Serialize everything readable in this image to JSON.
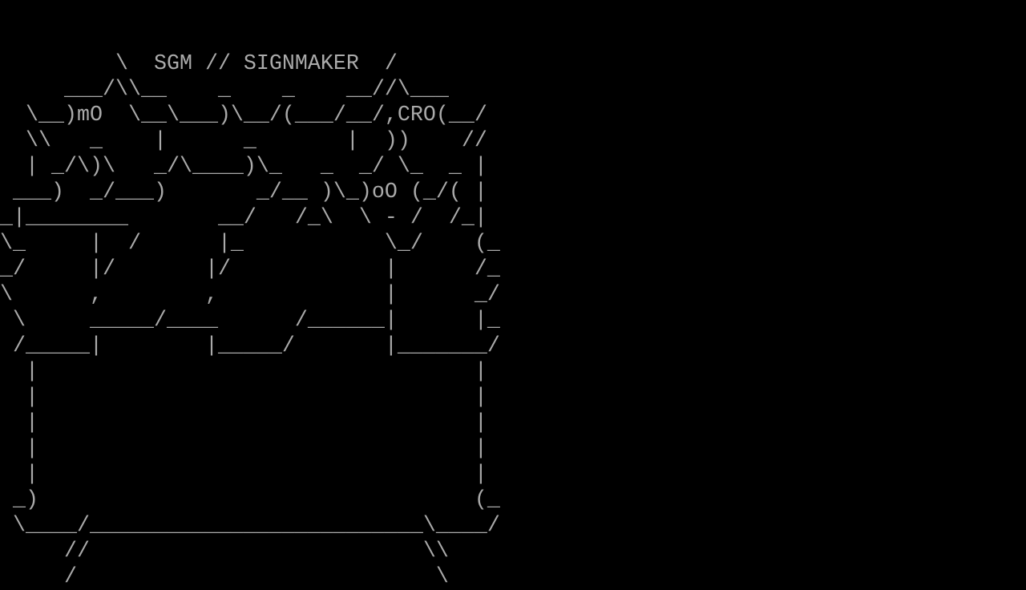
{
  "terminal": {
    "foreground": "#aaaaaa",
    "background": "#000000",
    "lines": [
      "",
      "",
      "         \\  SGM // SIGNMAKER  /",
      "     ___/\\\\__    _    _    __//\\___",
      "  \\__)mO  \\__\\___)\\__/(___/__/,CRO(__/",
      "  \\\\   _    |      _       |  ))    //",
      "  | _/\\)\\   _/\\____)\\_   _  _/ \\_  _ |",
      " ___)  _/___)       _/__ )\\_)oO (_/( |",
      "_|________       __/   /_\\  \\ - /  /_|",
      "\\_     |  /      |_           \\_/    (_",
      "_/     |/       |/            |      /_",
      "\\      ,        ,             |      _/",
      " \\     _____/____      /______|      |_",
      " /_____|        |_____/       |_______/",
      "  |                                  |",
      "  |                                  |",
      "  |                                  |",
      "  |                                  |",
      "  |                                  |",
      " _)                                  (_",
      " \\____/__________________________\\____/",
      "     //                          \\\\",
      "     /                            \\"
    ]
  }
}
